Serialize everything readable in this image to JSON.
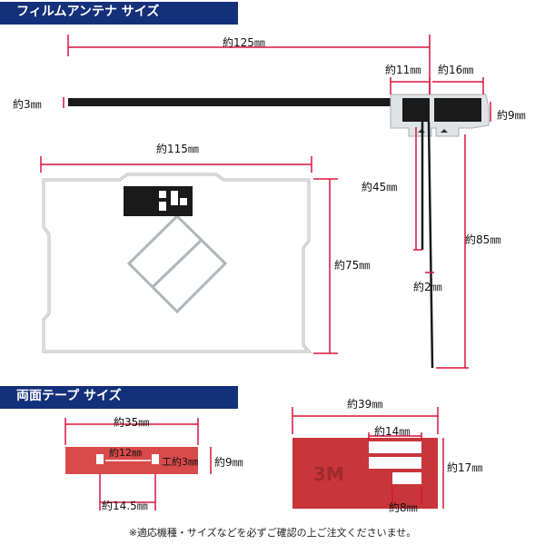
{
  "film_antenna": {
    "title": "フィルムアンテナ サイズ",
    "dims": {
      "width_total": "約125㎜",
      "thickness": "約3㎜",
      "part_left": "約11㎜",
      "part_right": "約16㎜",
      "block_height": "約9㎜",
      "film_width": "約115㎜",
      "film_height": "約75㎜",
      "lead_short": "約45㎜",
      "lead_long": "約85㎜",
      "lead_width": "約2㎜"
    }
  },
  "tape": {
    "title": "両面テープ サイズ",
    "small": {
      "width": "約35㎜",
      "inner_width": "約12㎜",
      "hole": "約3㎜",
      "height": "約9㎜",
      "span": "約14.5㎜"
    },
    "large": {
      "width": "約39㎜",
      "inner_width": "約14㎜",
      "height": "約17㎜",
      "inner_small": "約8㎜",
      "brand": "3M"
    }
  },
  "colors": {
    "banner": "#14307a",
    "dimension_line": "#d9143a",
    "tape": "#d94a4a",
    "tape_3m": "#c8353a"
  },
  "footnote": "※適応機種・サイズなどを必ずご確認の上ご注文くださいませ。"
}
